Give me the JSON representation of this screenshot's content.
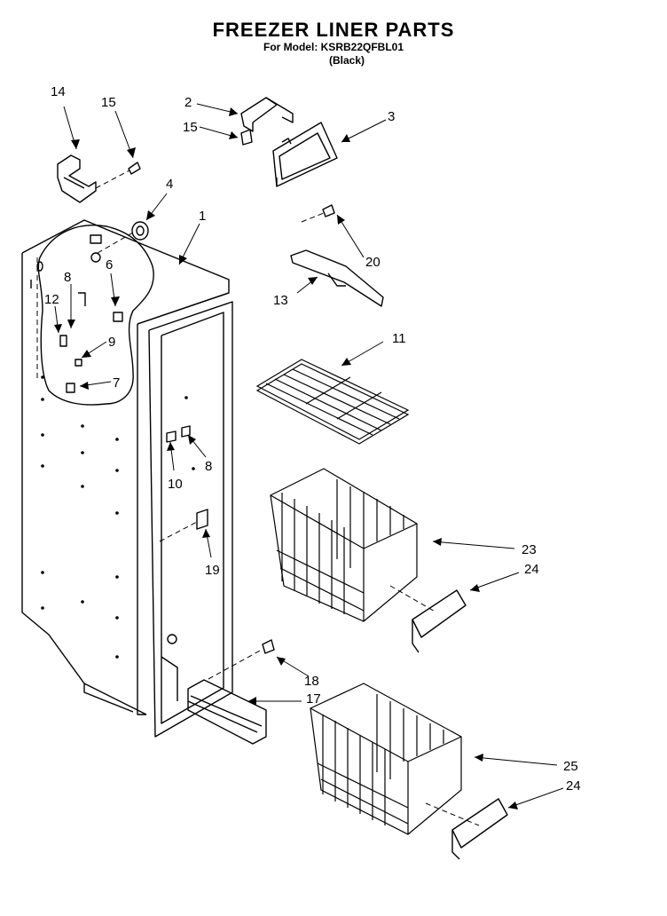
{
  "header": {
    "title": "FREEZER LINER PARTS",
    "model_line": "For Model: KSRB22QFBL01",
    "color_line": "(Black)"
  },
  "callouts": [
    "14",
    "15",
    "2",
    "15",
    "3",
    "4",
    "1",
    "6",
    "8",
    "12",
    "9",
    "7",
    "20",
    "13",
    "11",
    "8",
    "10",
    "19",
    "23",
    "24",
    "18",
    "17",
    "25",
    "24"
  ]
}
